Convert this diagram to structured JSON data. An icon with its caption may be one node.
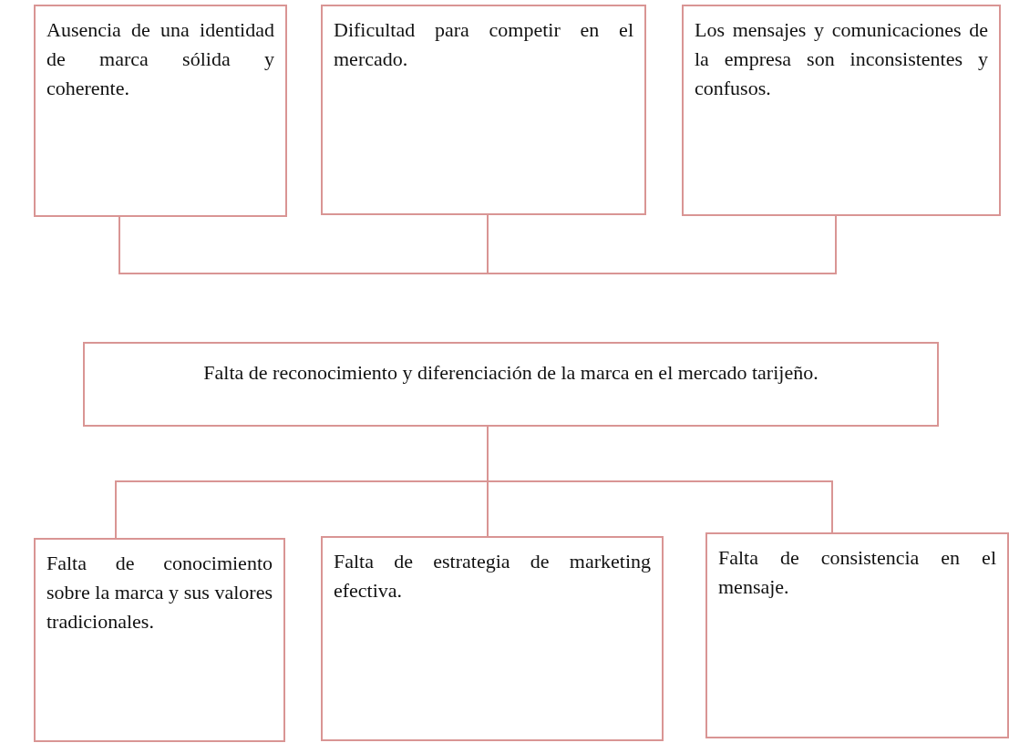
{
  "diagram": {
    "nodes": [
      {
        "text": [
          "Ausencia de una identidad de marca sólida y coherente."
        ]
      },
      {
        "text": [
          "Dificultad para competir en el mercado."
        ]
      },
      {
        "text": [
          "Los mensajes y comunicaciones de la empresa son inconsistentes y confusos."
        ]
      },
      {
        "text": [
          "Falta de reconocimiento y diferenciación de la marca en el mercado tarijeño."
        ]
      },
      {
        "text": [
          "Falta de conocimiento sobre la marca y sus valores tradicionales."
        ]
      },
      {
        "text": [
          "Falta de estrategia de marketing efectiva."
        ]
      },
      {
        "text": [
          "Falta de consistencia en el mensaje."
        ]
      }
    ],
    "edges": [
      {
        "from": 0,
        "to": 1,
        "arrow": "none"
      },
      {
        "from": 1,
        "to": 2,
        "arrow": "none"
      },
      {
        "from": 3,
        "to": 4,
        "arrow": "none"
      },
      {
        "from": 3,
        "to": 5,
        "arrow": "none"
      },
      {
        "from": 3,
        "to": 6,
        "arrow": "none"
      }
    ]
  }
}
